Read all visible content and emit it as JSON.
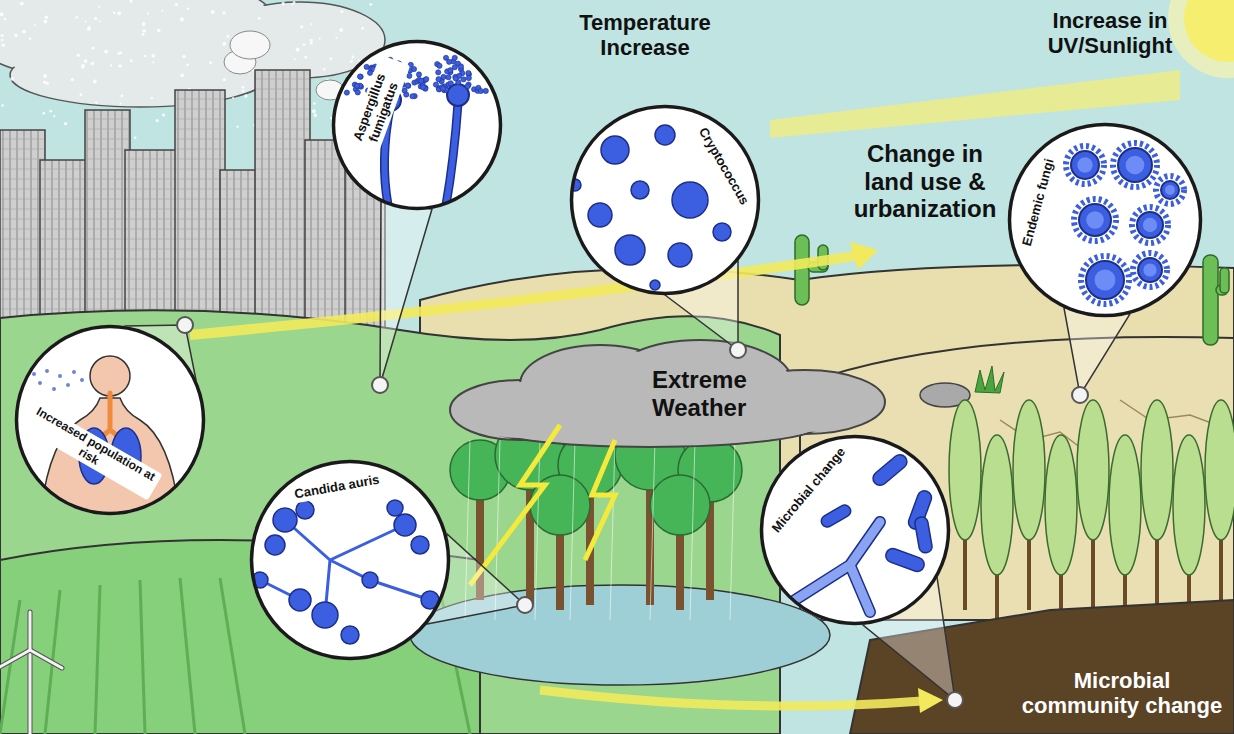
{
  "diagram": {
    "nodes": [
      {
        "text": [
          "Aspergillus fumigatus"
        ]
      },
      {
        "text": [
          "Cryptococcus"
        ]
      },
      {
        "text": [
          "Endemic fungi"
        ]
      },
      {
        "text": [
          "Increased population at risk"
        ]
      },
      {
        "text": [
          "Candida auris"
        ]
      },
      {
        "text": [
          "Microbial change"
        ]
      }
    ],
    "labels": [
      "Temperature Increase",
      "Increase in UV/Sunlight",
      "Change in land use & urbanization",
      "Extreme Weather",
      "Microbial community change"
    ]
  }
}
